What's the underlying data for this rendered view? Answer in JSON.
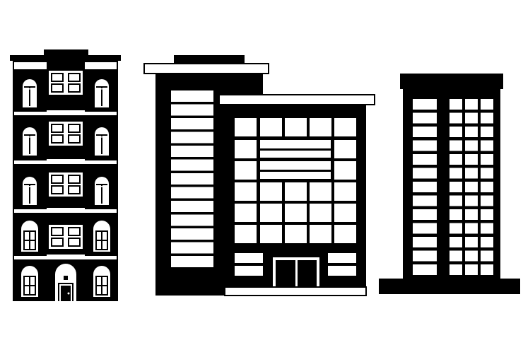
{
  "colors": {
    "ink": "#000000",
    "paper": "#ffffff"
  },
  "buildings": [
    {
      "name": "brick-apartment-building",
      "floors": 5
    },
    {
      "name": "office-building",
      "floors": 8
    },
    {
      "name": "tower-block",
      "floors": 13
    }
  ]
}
